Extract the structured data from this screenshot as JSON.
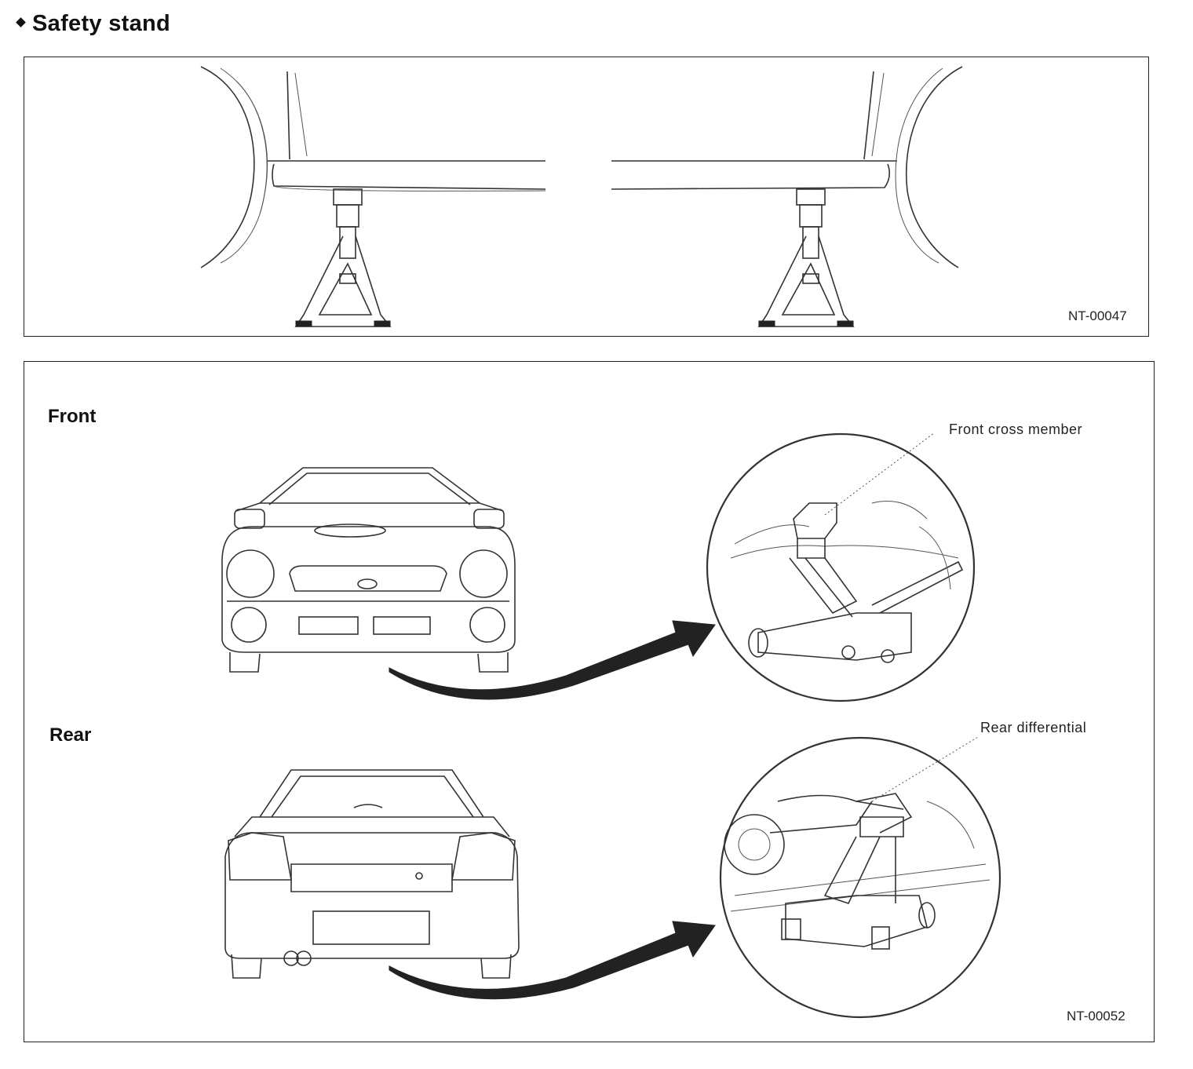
{
  "heading": "Safety stand",
  "figure1": {
    "code": "NT-00047"
  },
  "figure2": {
    "front_label": "Front",
    "rear_label": "Rear",
    "front_callout": "Front cross member",
    "rear_callout": "Rear differential",
    "code": "NT-00052"
  }
}
